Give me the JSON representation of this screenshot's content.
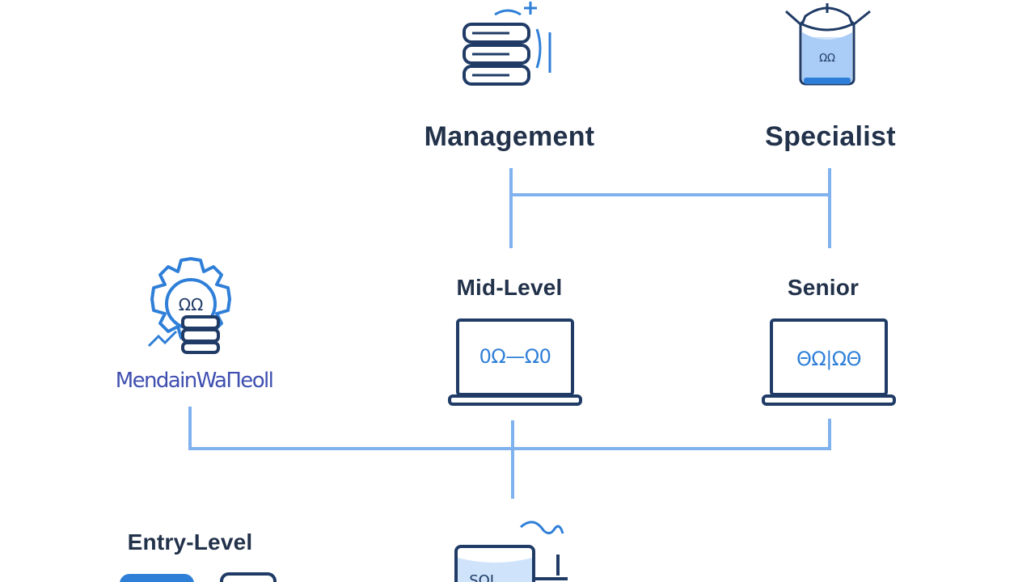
{
  "nodes": {
    "management": {
      "label": "Management",
      "icon": "server-stack-icon"
    },
    "specialist": {
      "label": "Specialist",
      "icon": "database-container-icon"
    },
    "mid_level": {
      "label": "Mid-Level",
      "icon": "laptop-icon",
      "screen_text": "0Ω—Ω0"
    },
    "senior": {
      "label": "Senior",
      "icon": "laptop-icon",
      "screen_text": "ΘΩ|ΩΘ"
    },
    "gear_node": {
      "label": "MendainWaΠeoll",
      "icon": "gear-database-icon"
    },
    "entry_level": {
      "label": "Entry-Level",
      "icon": "sql-database-icon",
      "icon_text": "SQL"
    }
  },
  "colors": {
    "label_text": "#22324a",
    "icon_stroke": "#1f3b66",
    "accent_blue": "#2f7fd8",
    "connector": "#7fb2ee",
    "light_fill": "#cfe3fb"
  }
}
